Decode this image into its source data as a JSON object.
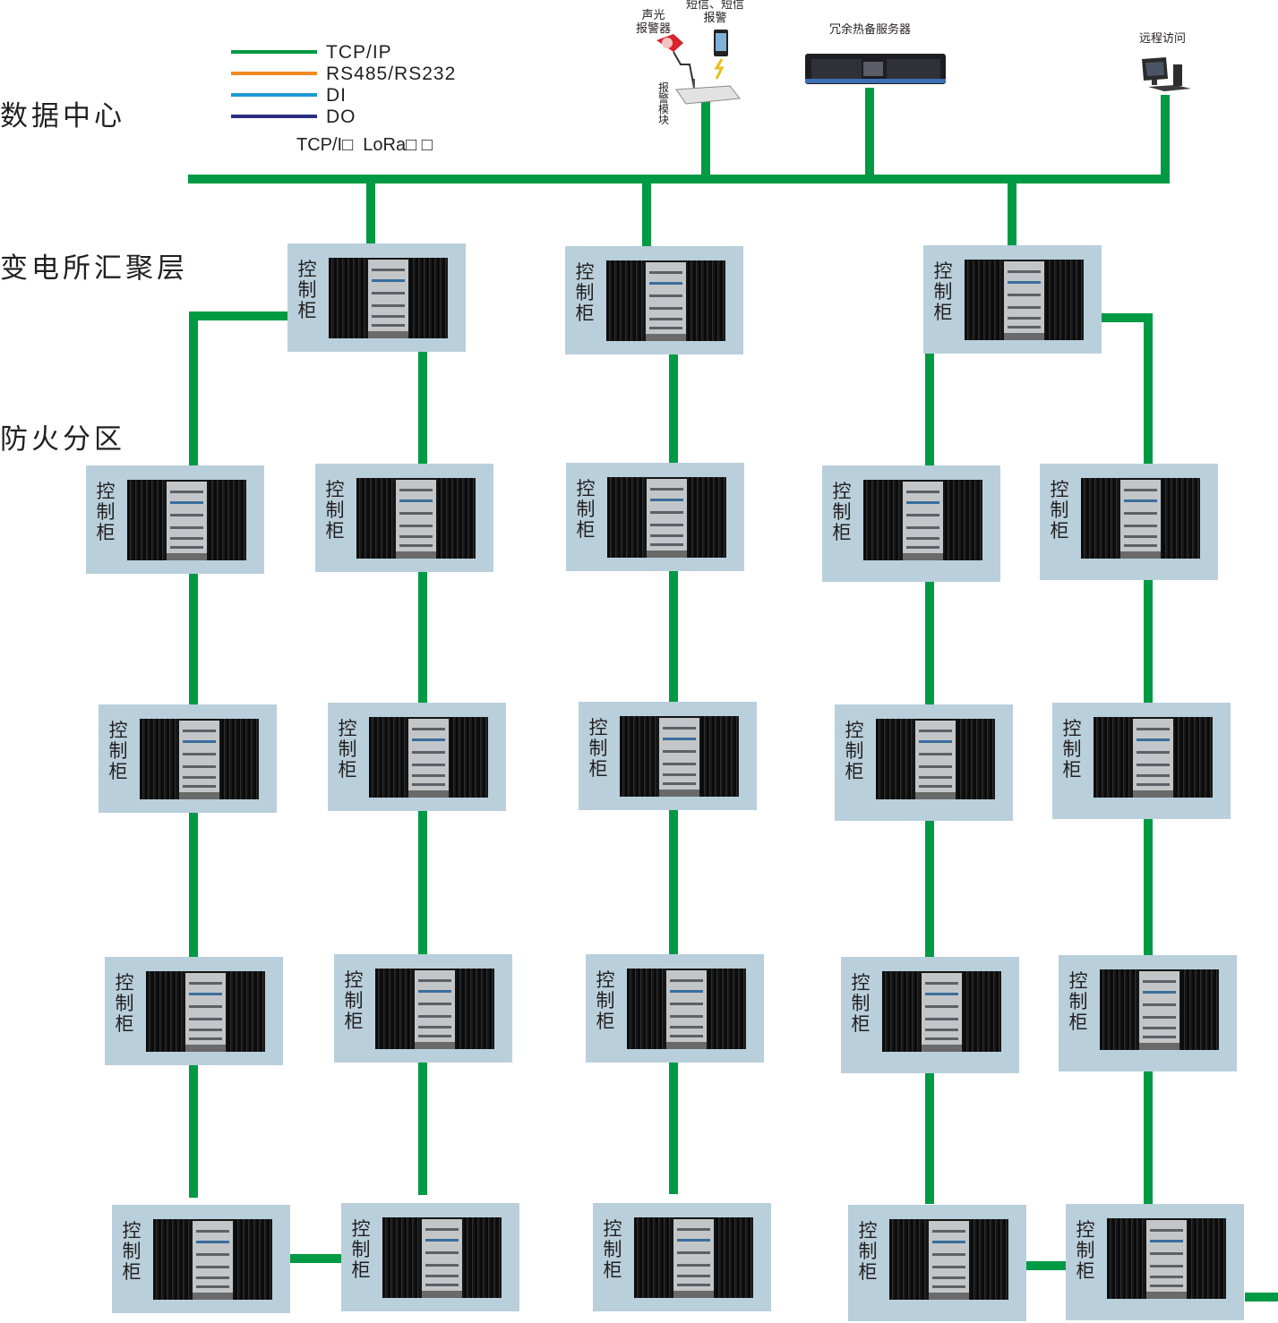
{
  "layers": {
    "data_center": "数据中心",
    "substation": "变电所汇聚层",
    "fire_zone": "防火分区"
  },
  "legend": {
    "items": [
      {
        "label": "TCP/IP",
        "color": "#009a44"
      },
      {
        "label": "RS485/RS232",
        "color": "#f08a24"
      },
      {
        "label": "DI",
        "color": "#1c9ad6"
      },
      {
        "label": "DO",
        "color": "#2b2d83"
      }
    ],
    "note": "TCP/I□  LoRa□ □"
  },
  "devices": {
    "alarm_light": "声光\n报警器",
    "sms_alarm": "短信、短信\n报警",
    "alarm_module": "报警模块",
    "server": "冗余热备服务器",
    "remote_access": "远程访问"
  },
  "cabinet_label": "控制柜",
  "colors": {
    "bus": "#009a44",
    "cabinet_bg": "#b9cfdb"
  }
}
